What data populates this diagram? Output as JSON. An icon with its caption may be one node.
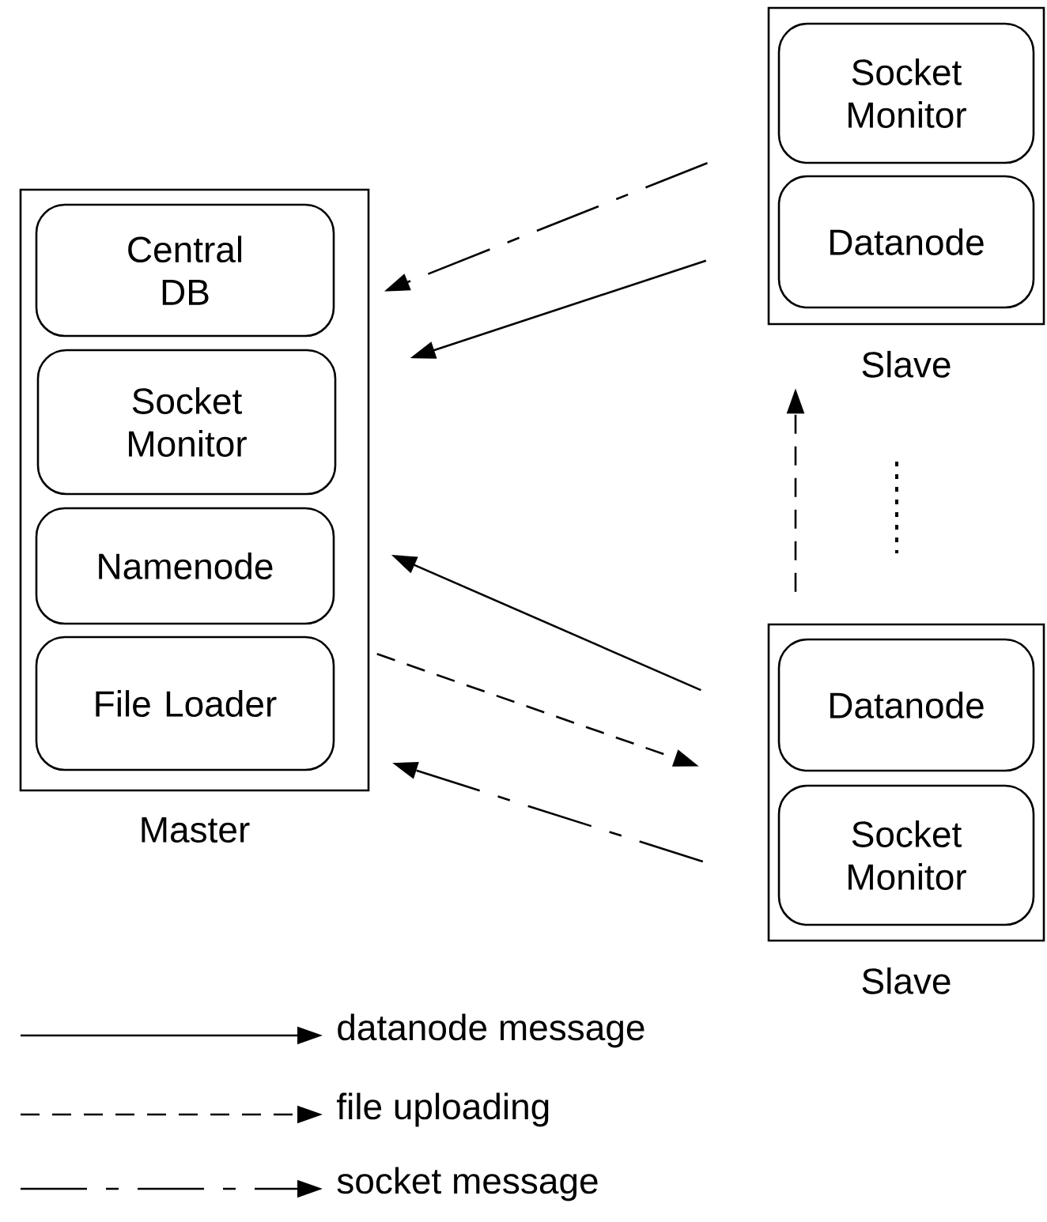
{
  "diagram": {
    "nodes": [
      {
        "text": [
          "Master"
        ]
      },
      {
        "text": [
          "Central DB"
        ],
        "in": 0
      },
      {
        "text": [
          "Socket Monitor"
        ],
        "in": 0
      },
      {
        "text": [
          "Namenode"
        ],
        "in": 0
      },
      {
        "text": [
          "File Loader"
        ],
        "in": 0
      },
      {
        "text": [
          "Slave"
        ]
      },
      {
        "text": [
          "Socket Monitor"
        ],
        "in": 5
      },
      {
        "text": [
          "Datanode"
        ],
        "in": 5
      },
      {
        "text": [
          "Slave"
        ]
      },
      {
        "text": [
          "Datanode"
        ],
        "in": 8
      },
      {
        "text": [
          "Socket Monitor"
        ],
        "in": 8
      }
    ],
    "edges": [
      {
        "from": 5,
        "to": 0,
        "arrow": "to",
        "style": "dashed"
      },
      {
        "from": 5,
        "to": 0,
        "arrow": "to"
      },
      {
        "from": 8,
        "to": 0,
        "arrow": "to"
      },
      {
        "from": 0,
        "to": 8,
        "arrow": "to",
        "style": "dashed"
      },
      {
        "from": 8,
        "to": 0,
        "arrow": "to",
        "style": "dashed"
      },
      {
        "from": 8,
        "to": 5,
        "arrow": "to",
        "style": "dashed"
      }
    ],
    "legend": [
      {
        "text": "datanode message"
      },
      {
        "text": "file uploading"
      },
      {
        "text": "socket message"
      }
    ]
  }
}
